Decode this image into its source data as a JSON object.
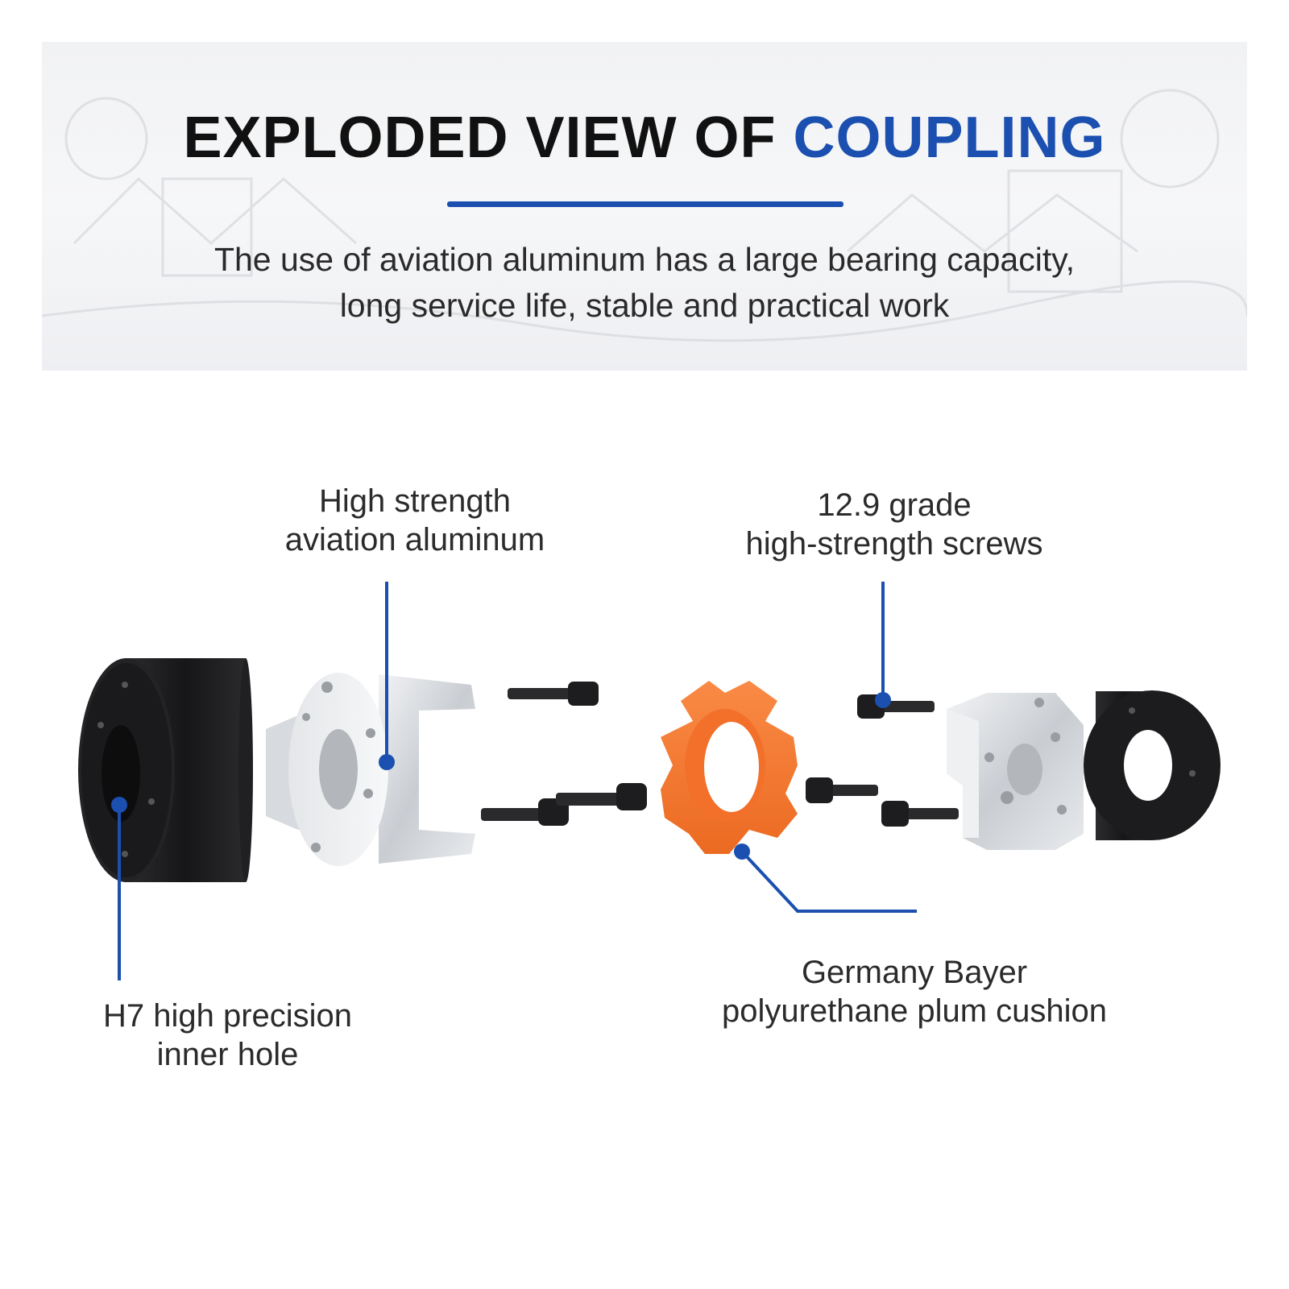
{
  "header": {
    "title_main": "EXPLODED VIEW OF ",
    "title_accent": "COUPLING",
    "subtitle_line1": "The use of aviation aluminum has a large bearing capacity,",
    "subtitle_line2": "long service life, stable and practical work"
  },
  "labels": {
    "aluminum": {
      "line1": "High strength",
      "line2": "aviation aluminum"
    },
    "screws": {
      "line1": "12.9 grade",
      "line2": "high-strength screws"
    },
    "inner_hole": {
      "line1": "H7 high precision",
      "line2": "inner hole"
    },
    "cushion": {
      "line1": "Germany Bayer",
      "line2": "polyurethane plum cushion"
    }
  },
  "colors": {
    "accent": "#1b4fb0",
    "cushion": "#f47a34",
    "aluminum": "#d6d9dd",
    "black_part": "#1c1c1e"
  }
}
